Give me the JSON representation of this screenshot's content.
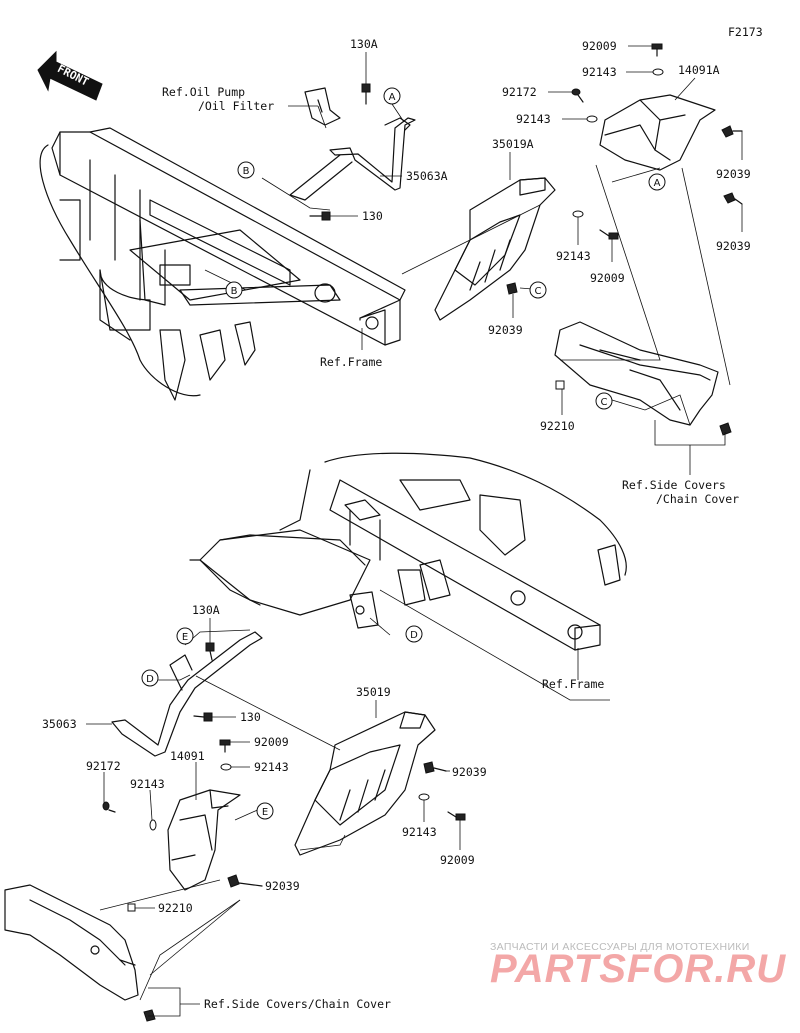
{
  "figure_code": "F2173",
  "front_label": "FRONT",
  "upper": {
    "parts": {
      "p130A": "130A",
      "p130": "130",
      "p35063A": "35063A",
      "p35019A": "35019A",
      "p14091A": "14091A",
      "p92009_top": "92009",
      "p92143_top": "92143",
      "p92172": "92172",
      "p92143_mid": "92143",
      "p92039_a": "92039",
      "p92039_b": "92039",
      "p92143_low": "92143",
      "p92009_low": "92009",
      "p92039_c": "92039",
      "p92210": "92210"
    },
    "refs": {
      "oil_line1": "Ref.Oil Pump",
      "oil_line2": "/Oil Filter",
      "frame": "Ref.Frame",
      "covers_line1": "Ref.Side Covers",
      "covers_line2": "/Chain Cover"
    },
    "callouts": [
      "A",
      "B",
      "B",
      "A",
      "C",
      "C"
    ]
  },
  "lower": {
    "parts": {
      "p130A": "130A",
      "p130": "130",
      "p35063": "35063",
      "p35019": "35019",
      "p14091": "14091",
      "p92009_a": "92009",
      "p92143_a": "92143",
      "p92172": "92172",
      "p92143_b": "92143",
      "p92039_a": "92039",
      "p92143_c": "92143",
      "p92009_b": "92009",
      "p92039_b": "92039",
      "p92210": "92210"
    },
    "refs": {
      "frame": "Ref.Frame",
      "covers": "Ref.Side Covers/Chain Cover"
    },
    "callouts": [
      "E",
      "D",
      "D",
      "E"
    ]
  },
  "watermark": {
    "line1": "ЗАПЧАСТИ И АКСЕССУАРЫ ДЛЯ МОТОТЕХНИКИ",
    "line2": "PARTSFOR.RU",
    "color": "#f3a7a7"
  }
}
